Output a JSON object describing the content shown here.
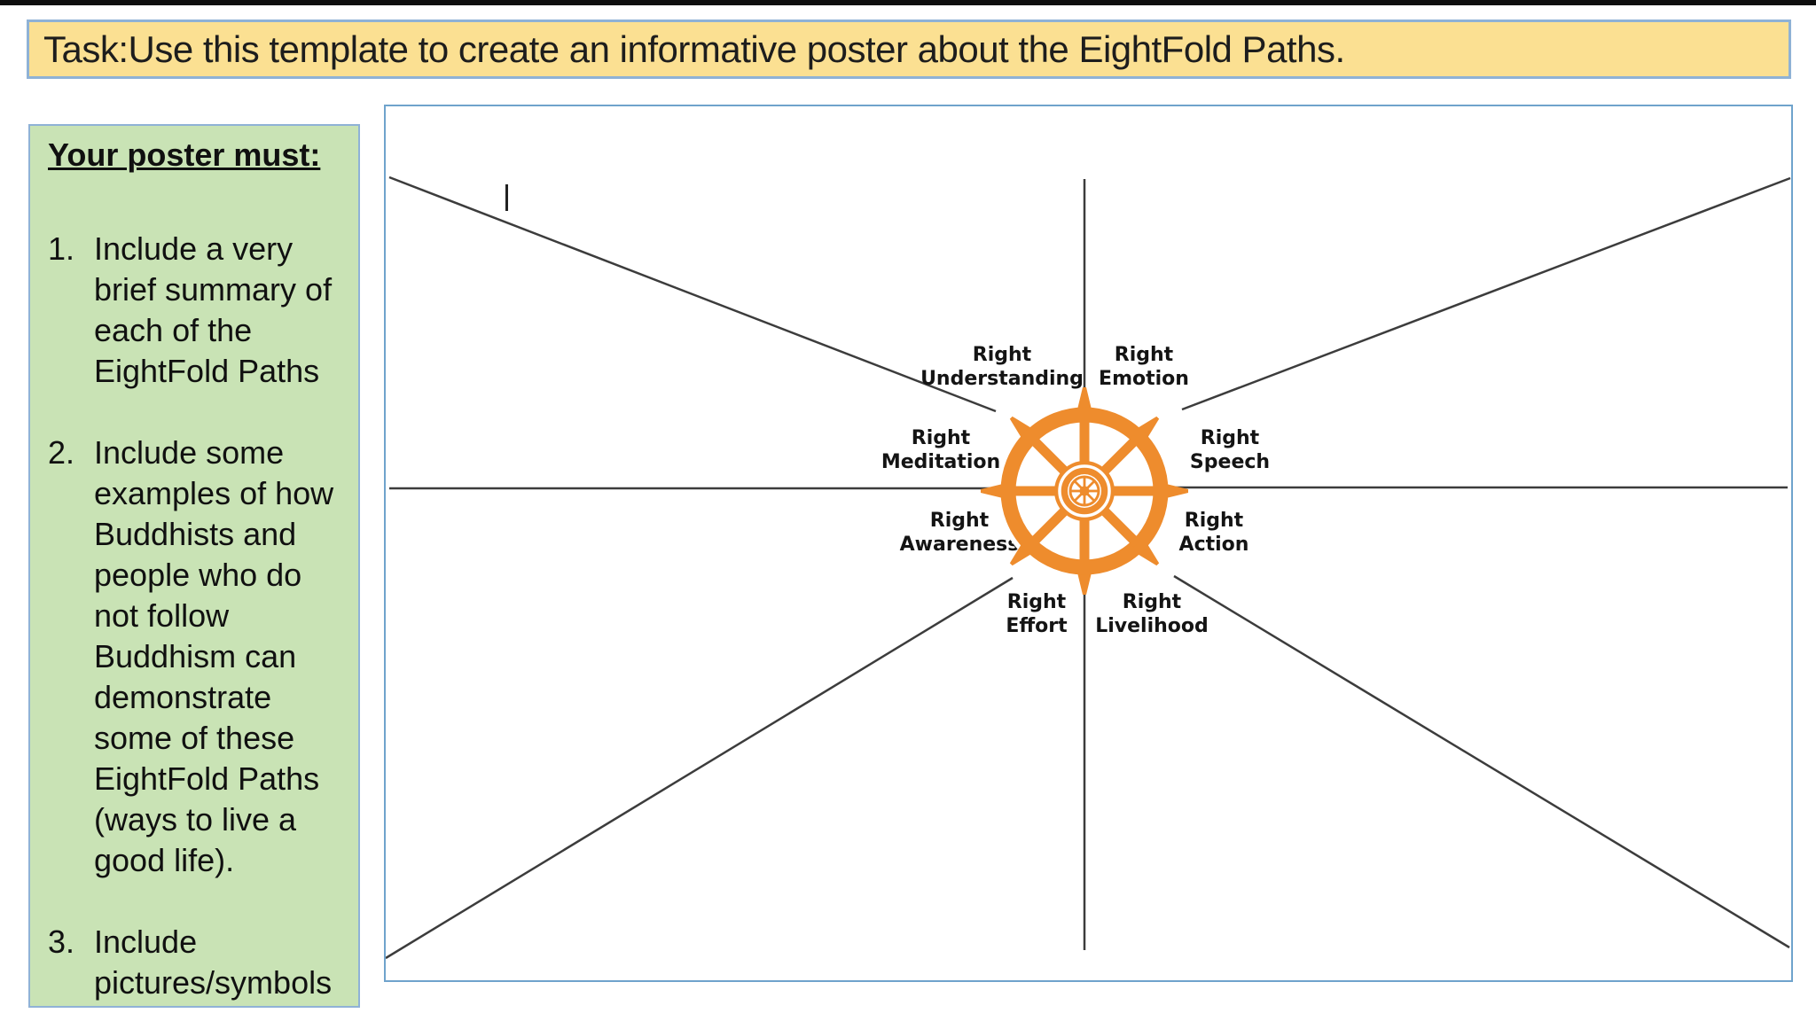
{
  "top_banner": {
    "text": "Task:Use this template to create an informative poster about the EightFold Paths."
  },
  "requirements_panel": {
    "heading": "Your poster must:",
    "items": [
      {
        "number": "1.",
        "text": "Include a very\nbrief summary of\neach of the\nEightFold Paths"
      },
      {
        "number": "2.",
        "text": "Include some\nexamples of how\nBuddhists and\npeople who do\nnot follow\nBuddhism can\ndemonstrate\nsome of these\nEightFold Paths\n(ways to live a\ngood life)."
      },
      {
        "number": "3.",
        "text": "Include\npictures/symbols"
      }
    ]
  },
  "diagram": {
    "center_icon": "dharma-wheel-icon",
    "labels": {
      "understanding": "Right\nUnderstanding",
      "emotion": "Right\nEmotion",
      "meditation": "Right\nMeditation",
      "speech": "Right\nSpeech",
      "awareness": "Right\nAwareness",
      "action": "Right\nAction",
      "effort": "Right\nEffort",
      "livelihood": "Right\nLivelihood"
    }
  },
  "colors": {
    "banner_bg": "#FBE092",
    "panel_bg": "#C9E3B5",
    "box_border_blue": "#7FA8CE",
    "wheel_orange": "#EE8C2D",
    "ray_line": "#3C3C3C",
    "text_dark": "#1D1D1D"
  }
}
